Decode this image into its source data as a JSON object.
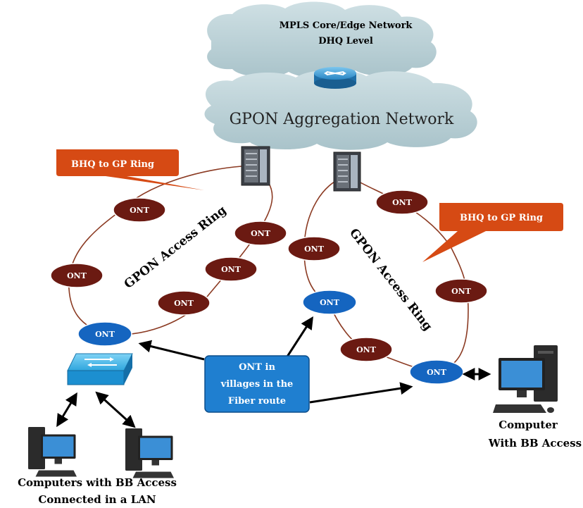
{
  "core_cloud": {
    "line1": "MPLS Core/Edge Network",
    "line2": "DHQ Level"
  },
  "aggregation_cloud": {
    "label": "GPON Aggregation Network"
  },
  "callouts": {
    "left": "BHQ to GP Ring",
    "right": "BHQ to GP Ring"
  },
  "rings": {
    "left_label": "GPON Access Ring",
    "right_label": "GPON Access Ring"
  },
  "ont": {
    "label": "ONT"
  },
  "village_box": {
    "line1": "ONT in",
    "line2": "villages in the",
    "line3": "Fiber route"
  },
  "computer_right": {
    "line1": "Computer",
    "line2": "With BB Access"
  },
  "computers_lan": {
    "line1": "Computers with BB Access",
    "line2": "Connected in a LAN"
  },
  "colors": {
    "cloud": "#b9d0d6",
    "ont_ring": "#6b1a12",
    "ont_village": "#1565c0",
    "callout": "#d64a14",
    "village_box": "#1f7fd0",
    "ring_line": "#8b3a22"
  }
}
